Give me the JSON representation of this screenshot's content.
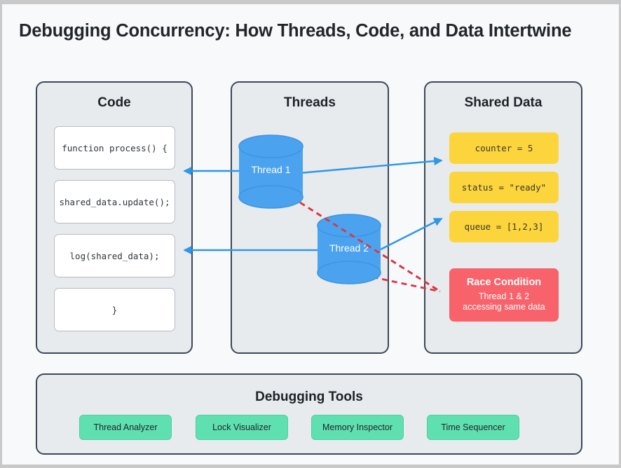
{
  "title": "Debugging Concurrency: How Threads, Code, and Data Intertwine",
  "colors": {
    "panel_bg": "#e8ebee",
    "panel_border": "#3c4858",
    "code_box_bg": "#ffffff",
    "data_box_bg": "#fcd53c",
    "race_bg": "#f8626b",
    "tool_bg": "#5fe0b0",
    "thread_blue": "#4ba3ef",
    "arrow_blue": "#2e97e8",
    "race_line": "#dc3545",
    "page_bg": "#f7f9fa"
  },
  "code_panel": {
    "title": "Code",
    "lines": [
      "function process() {",
      "shared_data.update();",
      "log(shared_data);",
      "}"
    ]
  },
  "threads_panel": {
    "title": "Threads",
    "threads": [
      {
        "label": "Thread 1"
      },
      {
        "label": "Thread 2"
      }
    ]
  },
  "data_panel": {
    "title": "Shared Data",
    "variables": [
      "counter = 5",
      "status = \"ready\"",
      "queue = [1,2,3]"
    ],
    "race": {
      "title": "Race Condition",
      "line1": "Thread 1 & 2",
      "line2": "accessing same data"
    }
  },
  "tools_panel": {
    "title": "Debugging Tools",
    "tools": [
      "Thread Analyzer",
      "Lock Visualizer",
      "Memory Inspector",
      "Time Sequencer"
    ]
  }
}
